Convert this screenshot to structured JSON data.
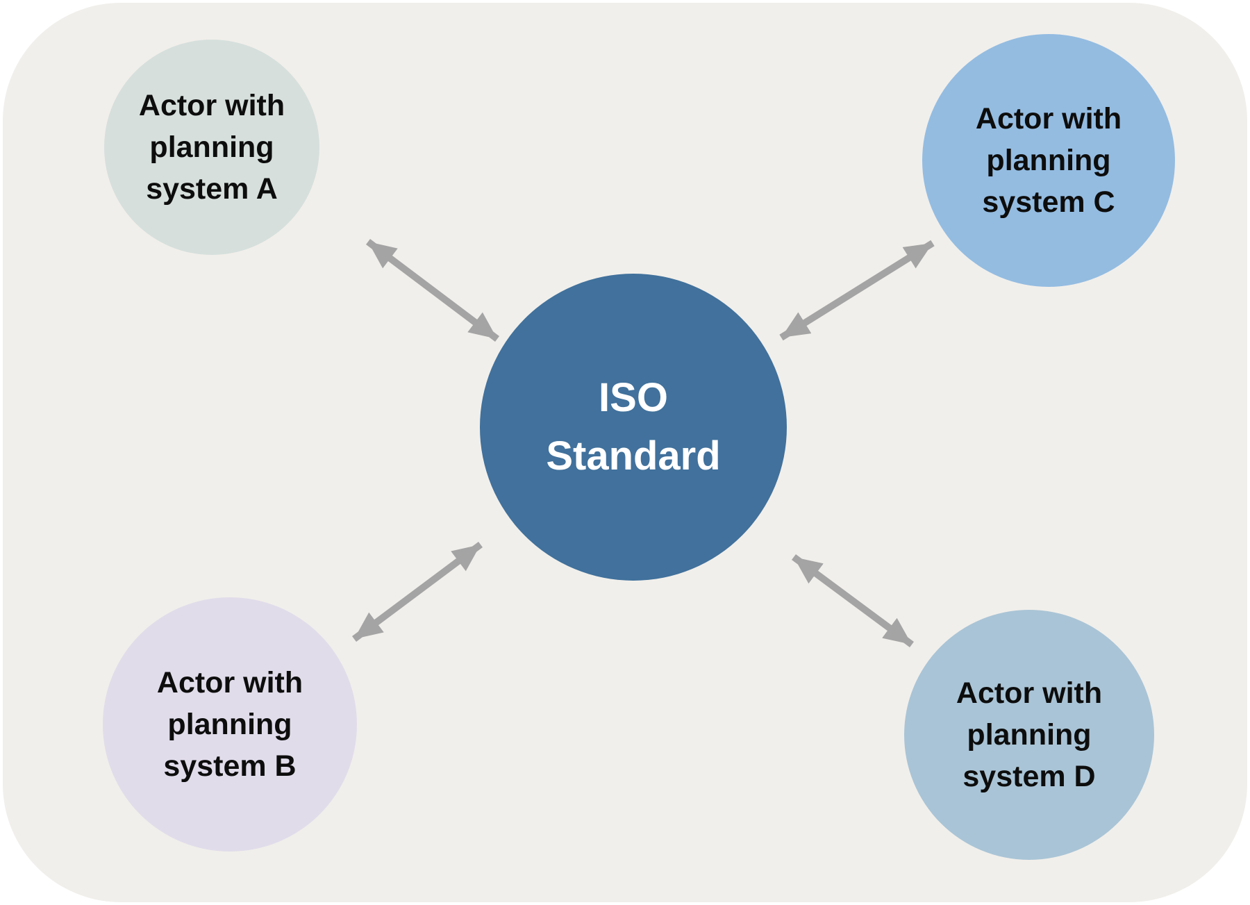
{
  "page": {
    "background": "#ffffff",
    "surface_fill": "#f1efeb"
  },
  "center_node": {
    "lines": [
      "ISO",
      "Standard"
    ],
    "fill": "#41719c",
    "text_color": "#ffffff"
  },
  "actors": [
    {
      "id": "A",
      "lines": [
        "Actor with",
        "planning",
        "system A"
      ],
      "fill": "#d6dfdc",
      "text_color": "#0d0d0d"
    },
    {
      "id": "B",
      "lines": [
        "Actor with",
        "planning",
        "system B"
      ],
      "fill": "#e1dcea",
      "text_color": "#0d0d0d"
    },
    {
      "id": "C",
      "lines": [
        "Actor with",
        "planning",
        "system C"
      ],
      "fill": "#94bce1",
      "text_color": "#0d0d0d"
    },
    {
      "id": "D",
      "lines": [
        "Actor with",
        "planning",
        "system D"
      ],
      "fill": "#a9c4d6",
      "text_color": "#0d0d0d"
    }
  ],
  "arrows": {
    "color": "#a4a4a4",
    "style": "double-headed",
    "connections": [
      "actor-a to iso-standard",
      "actor-b to iso-standard",
      "actor-c to iso-standard",
      "actor-d to iso-standard"
    ]
  }
}
